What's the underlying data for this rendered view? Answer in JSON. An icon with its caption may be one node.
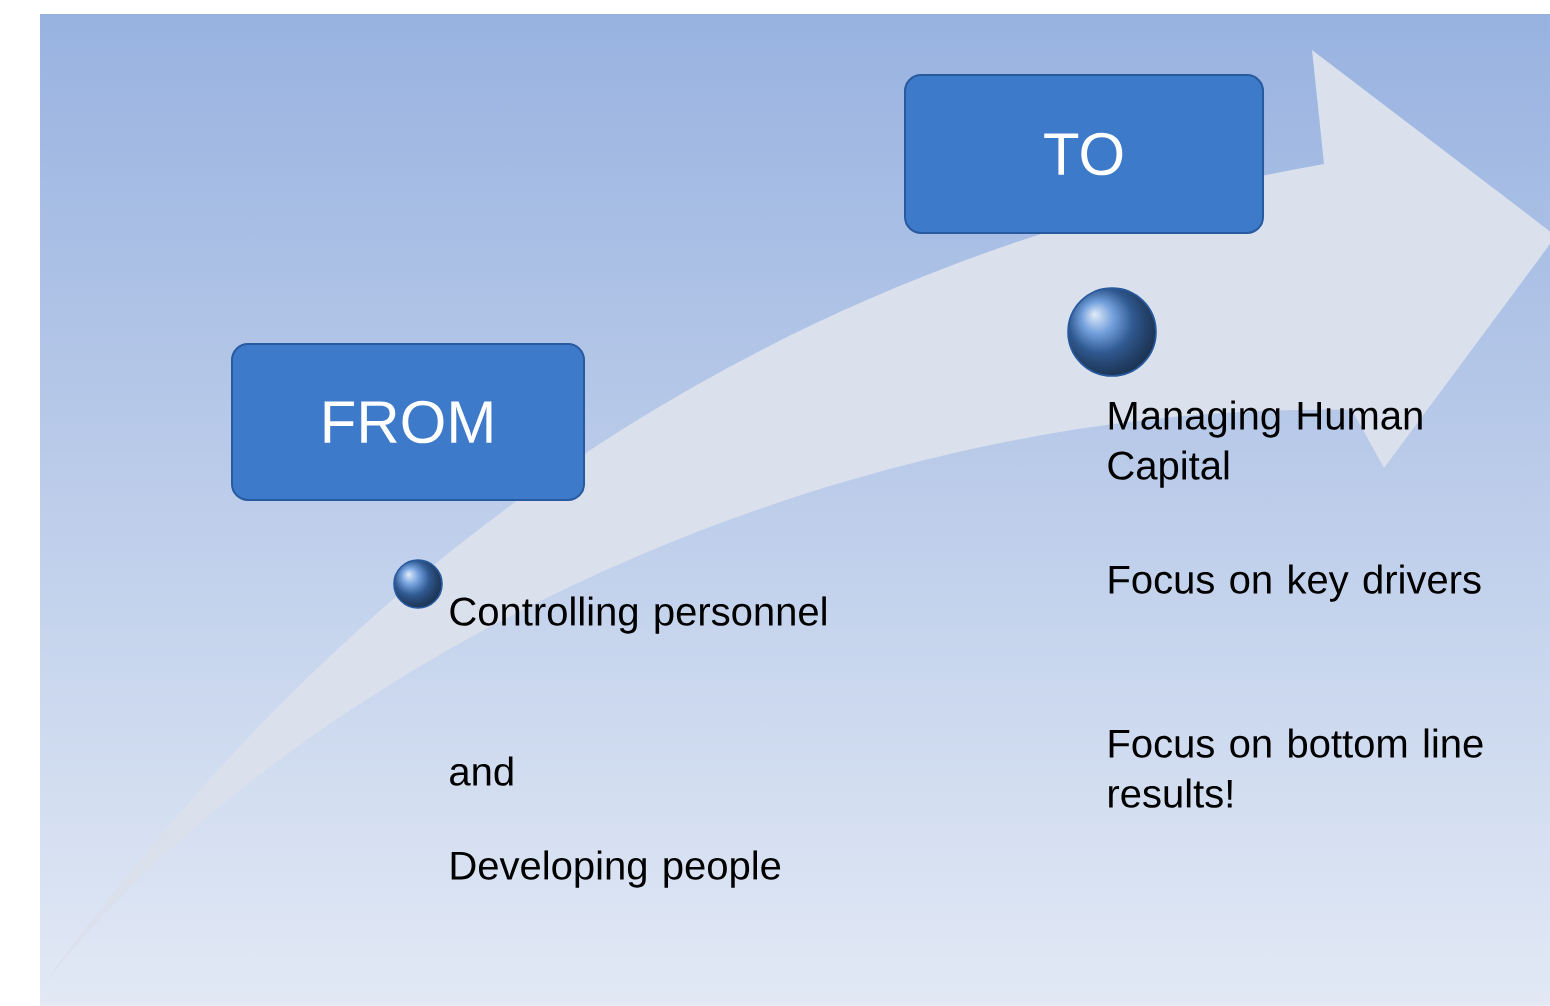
{
  "diagram": {
    "nodes": [
      {
        "text": [
          "FROM"
        ]
      },
      {
        "text": [
          "TO"
        ]
      },
      {
        "text": [],
        "shape": "circle",
        "beside": [
          "Controlling personnel",
          "and",
          "Developing people"
        ]
      },
      {
        "text": [],
        "shape": "circle",
        "beside": [
          "Managing Human Capital",
          "Focus on key drivers",
          "Focus on bottom line results!"
        ]
      }
    ]
  }
}
